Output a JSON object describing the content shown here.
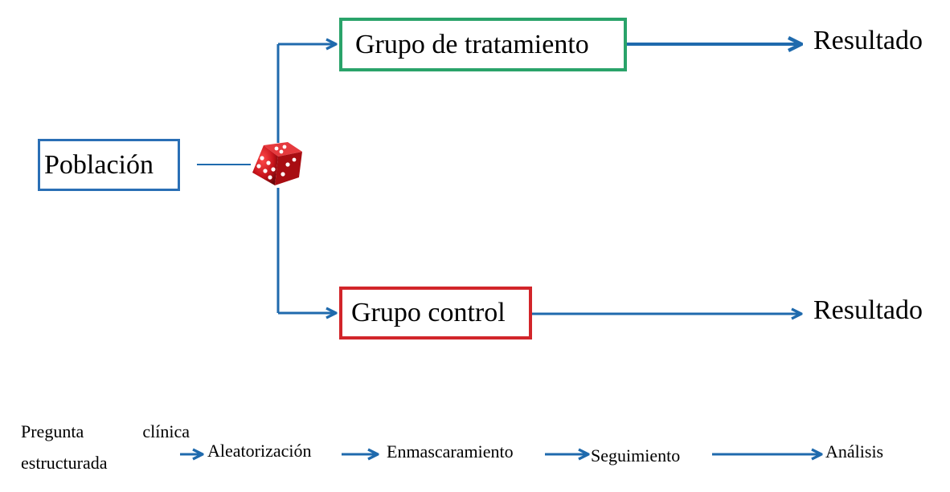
{
  "diagram": {
    "population_label": "Población",
    "treatment_group_label": "Grupo de tratamiento",
    "control_group_label": "Grupo control",
    "result_label_1": "Resultado",
    "result_label_2": "Resultado",
    "dice_icon": "red-dice",
    "colors": {
      "line": "#1f6aad",
      "population_border": "#2a6fb5",
      "treatment_border": "#2aa36a",
      "control_border": "#d2252a",
      "dice": "#c8141b"
    }
  },
  "process": {
    "step_1_word_a": "Pregunta",
    "step_1_word_b": "clínica",
    "step_1_line_2": "estructurada",
    "step_2": "Aleatorización",
    "step_3": "Enmascaramiento",
    "step_4": "Seguimiento",
    "step_5": "Análisis"
  }
}
